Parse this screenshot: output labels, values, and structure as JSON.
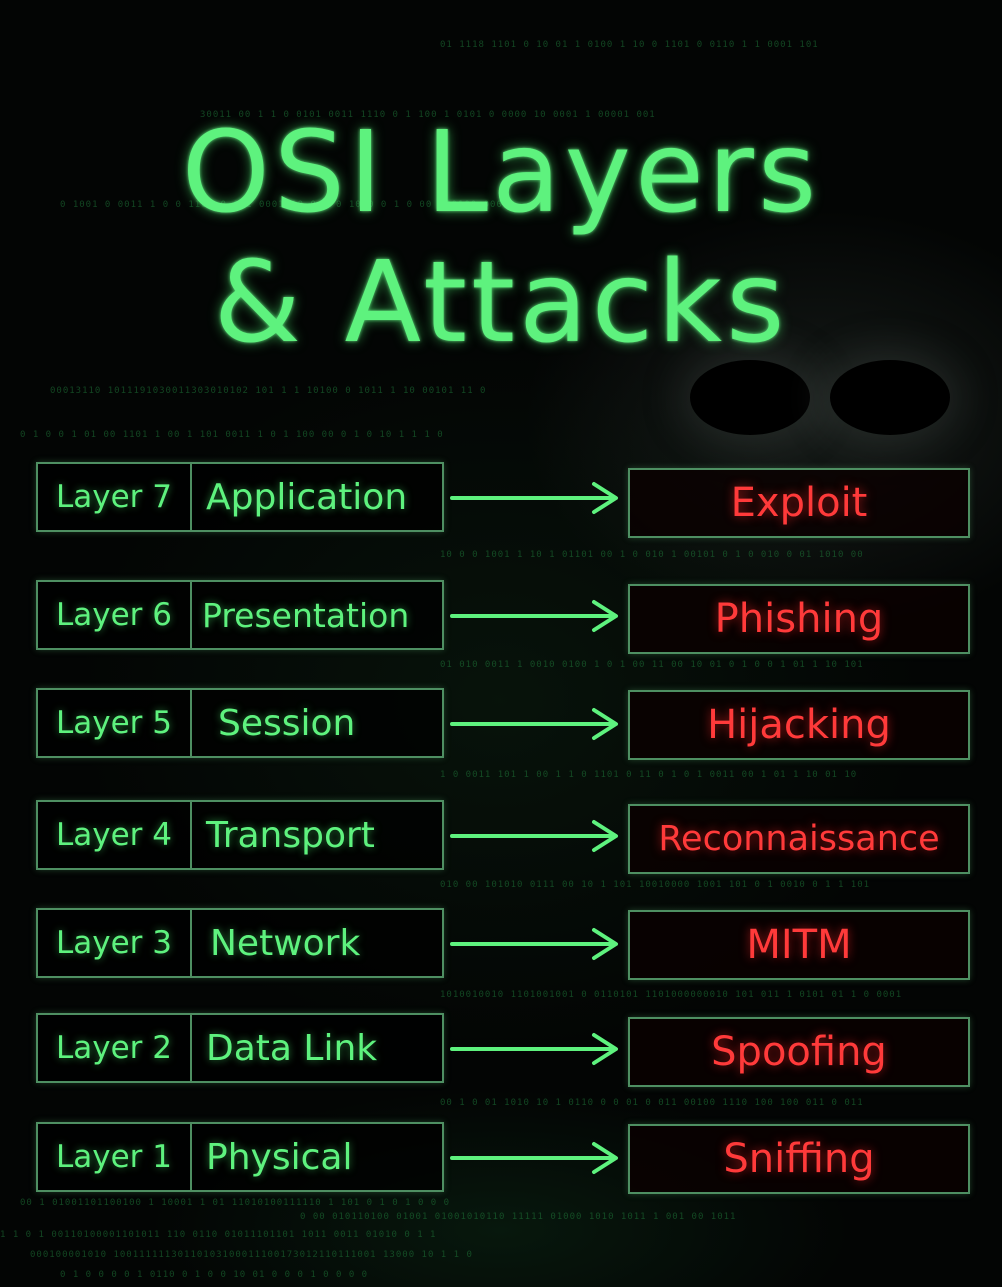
{
  "title": {
    "line1": "OSI Layers",
    "line2": "& Attacks"
  },
  "colors": {
    "layer_text": "#5ef27e",
    "attack_text": "#ff3a3a",
    "border": "#4e8f62",
    "background": "#030504"
  },
  "rows": [
    {
      "layer": "Layer 7",
      "name": "Application",
      "attack": "Exploit"
    },
    {
      "layer": "Layer 6",
      "name": "Presentation",
      "attack": "Phishing"
    },
    {
      "layer": "Layer 5",
      "name": "Session",
      "attack": "Hijacking"
    },
    {
      "layer": "Layer 4",
      "name": "Transport",
      "attack": "Reconnaissance"
    },
    {
      "layer": "Layer 3",
      "name": "Network",
      "attack": "MITM"
    },
    {
      "layer": "Layer 2",
      "name": "Data Link",
      "attack": "Spoofing"
    },
    {
      "layer": "Layer 1",
      "name": "Physical",
      "attack": "Sniffing"
    }
  ],
  "decor": {
    "background_icon": "skull-icon",
    "arrow_icon": "right-arrow-icon",
    "binary_lines": [
      "01 1118 1101 0 10 01 1 0100 1 10 0 1101 0 0110 1 1 0001 101",
      "30011 00 1 1 0 0101 0011 1110 0 1 100 1 0101 0 0000 10 0001 1 00001 001",
      "0 1001 0 0011 1 0 0 1101 0 1 1 0001110 0 1 0 10 0 0 1 0 00 000100 0001",
      "00013110 1011191030011303010102 101 1 1 10100 0 1011 1 10 00101 11 0",
      "0 1 0 0 1 01 00 1101 1 00 1 101 0011 1 0 1 100 00 0 1 0 10 1 1 1 0",
      "10 0 0 1001 1 10 1 01101 00 1 0 010 1 00101 0 1 0 010 0 01 1010 00",
      "01 010 0011 1 0010 0100 1 0 1 00 11 00 10 01 0 1 0 0 1 01 1 10 101",
      "1 0 0011 101 1 00 1 1 0 1101 0 11 0 1 0 1 0011 00 1 01 1 10 01 10",
      "010 00 101010 0111 00 10 1 101 10010000 1001 101 0 1 0010 0 1 1 101",
      "1010010010 1101001001 0 0110101 1101000000010 101 011 1 0101 01 1 0 0001",
      "00 1 0 01 1010 10 1 0110 0 0 01 0 011 00100 1110 100 100 011 0 011",
      "00 1 01001101100100 1 10001 1 01 11010100111110 1 101 0 1 0 1 0 0 0",
      "0 00 010110100 01001 01001010110 11111 01000 1010 1011 1 001 00 1011",
      "1 1 0 1 00110100001101011 110 0110 01011101101 1011 0011 01010 0 1 1",
      "000100001010 10011111130110103100011100173012110111001 13000 10 1 1 0",
      "0 1 0 0 0 0 1 0110 0 1 0 0 10 01 0 0 0 1 0 0 0 0"
    ]
  }
}
